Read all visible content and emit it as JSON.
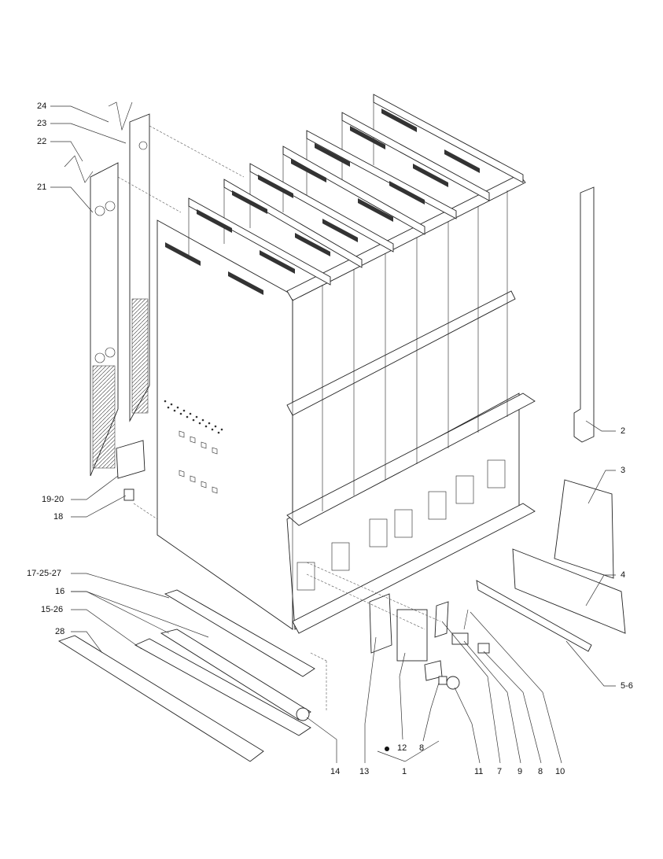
{
  "callouts": {
    "c24": "24",
    "c23": "23",
    "c22": "22",
    "c21": "21",
    "c2": "2",
    "c3": "3",
    "c4": "4",
    "c56": "5-6",
    "c1920": "19-20",
    "c18": "18",
    "c172527": "17-25-27",
    "c16": "16",
    "c1526": "15-26",
    "c28": "28",
    "c14": "14",
    "c13": "13",
    "c12": "12",
    "c8a": "8",
    "c1": "1",
    "c11": "11",
    "c7": "7",
    "c9": "9",
    "c8b": "8",
    "c10": "10"
  },
  "colors": {
    "line": "#222222",
    "background": "#ffffff"
  }
}
